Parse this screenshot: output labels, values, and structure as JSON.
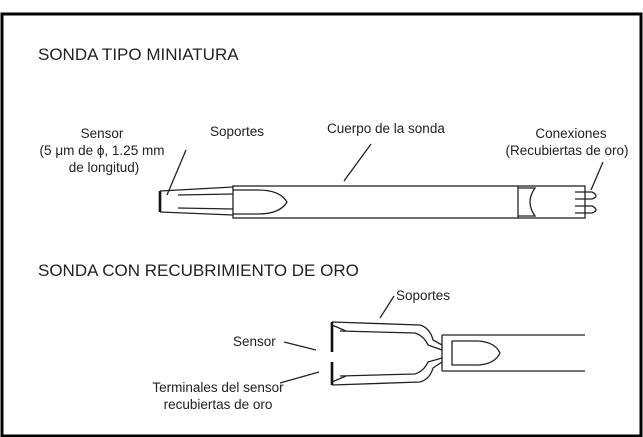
{
  "diagram": {
    "section1": {
      "heading": "SONDA TIPO MINIATURA",
      "labels": {
        "sensor_line1": "Sensor",
        "sensor_line2_prefix": "(5 ",
        "sensor_line2_mu": "μ",
        "sensor_line2_mid": "m de ",
        "sensor_line2_phi": "ϕ",
        "sensor_line2_suffix": ", 1.25 mm",
        "sensor_line3": "de longitud)",
        "supports": "Soportes",
        "body": "Cuerpo de la sonda",
        "connections_line1": "Conexiones",
        "connections_line2": "(Recubiertas de oro)"
      }
    },
    "section2": {
      "heading": "SONDA CON RECUBRIMIENTO DE ORO",
      "labels": {
        "supports": "Soportes",
        "sensor": "Sensor",
        "terminals_line1": "Terminales del sensor",
        "terminals_line2": "recubiertas de oro"
      }
    }
  }
}
